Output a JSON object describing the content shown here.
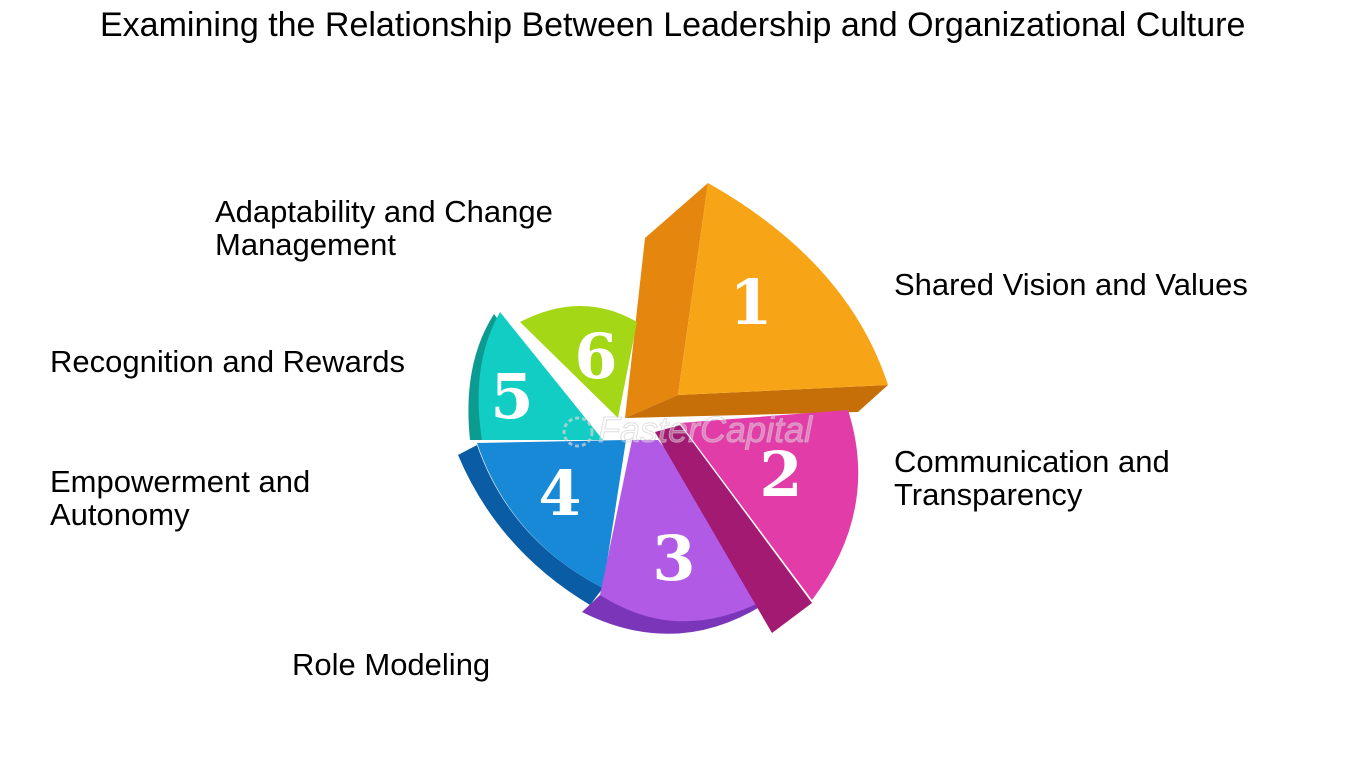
{
  "title": "Examining the Relationship Between Leadership and Organizational Culture",
  "watermark": "FasterCapital",
  "segments": [
    {
      "number": "1",
      "label": "Shared Vision and Values",
      "color": "#f7a517"
    },
    {
      "number": "2",
      "label": "Communication and Transparency",
      "color": "#e23ca8"
    },
    {
      "number": "3",
      "label": "Role Modeling",
      "color": "#b15ae6"
    },
    {
      "number": "4",
      "label": "Empowerment and Autonomy",
      "color": "#1889d6"
    },
    {
      "number": "5",
      "label": "Recognition and Rewards",
      "color": "#12cdc3"
    },
    {
      "number": "6",
      "label": "Adaptability and Change Management",
      "color": "#a4d816"
    }
  ]
}
